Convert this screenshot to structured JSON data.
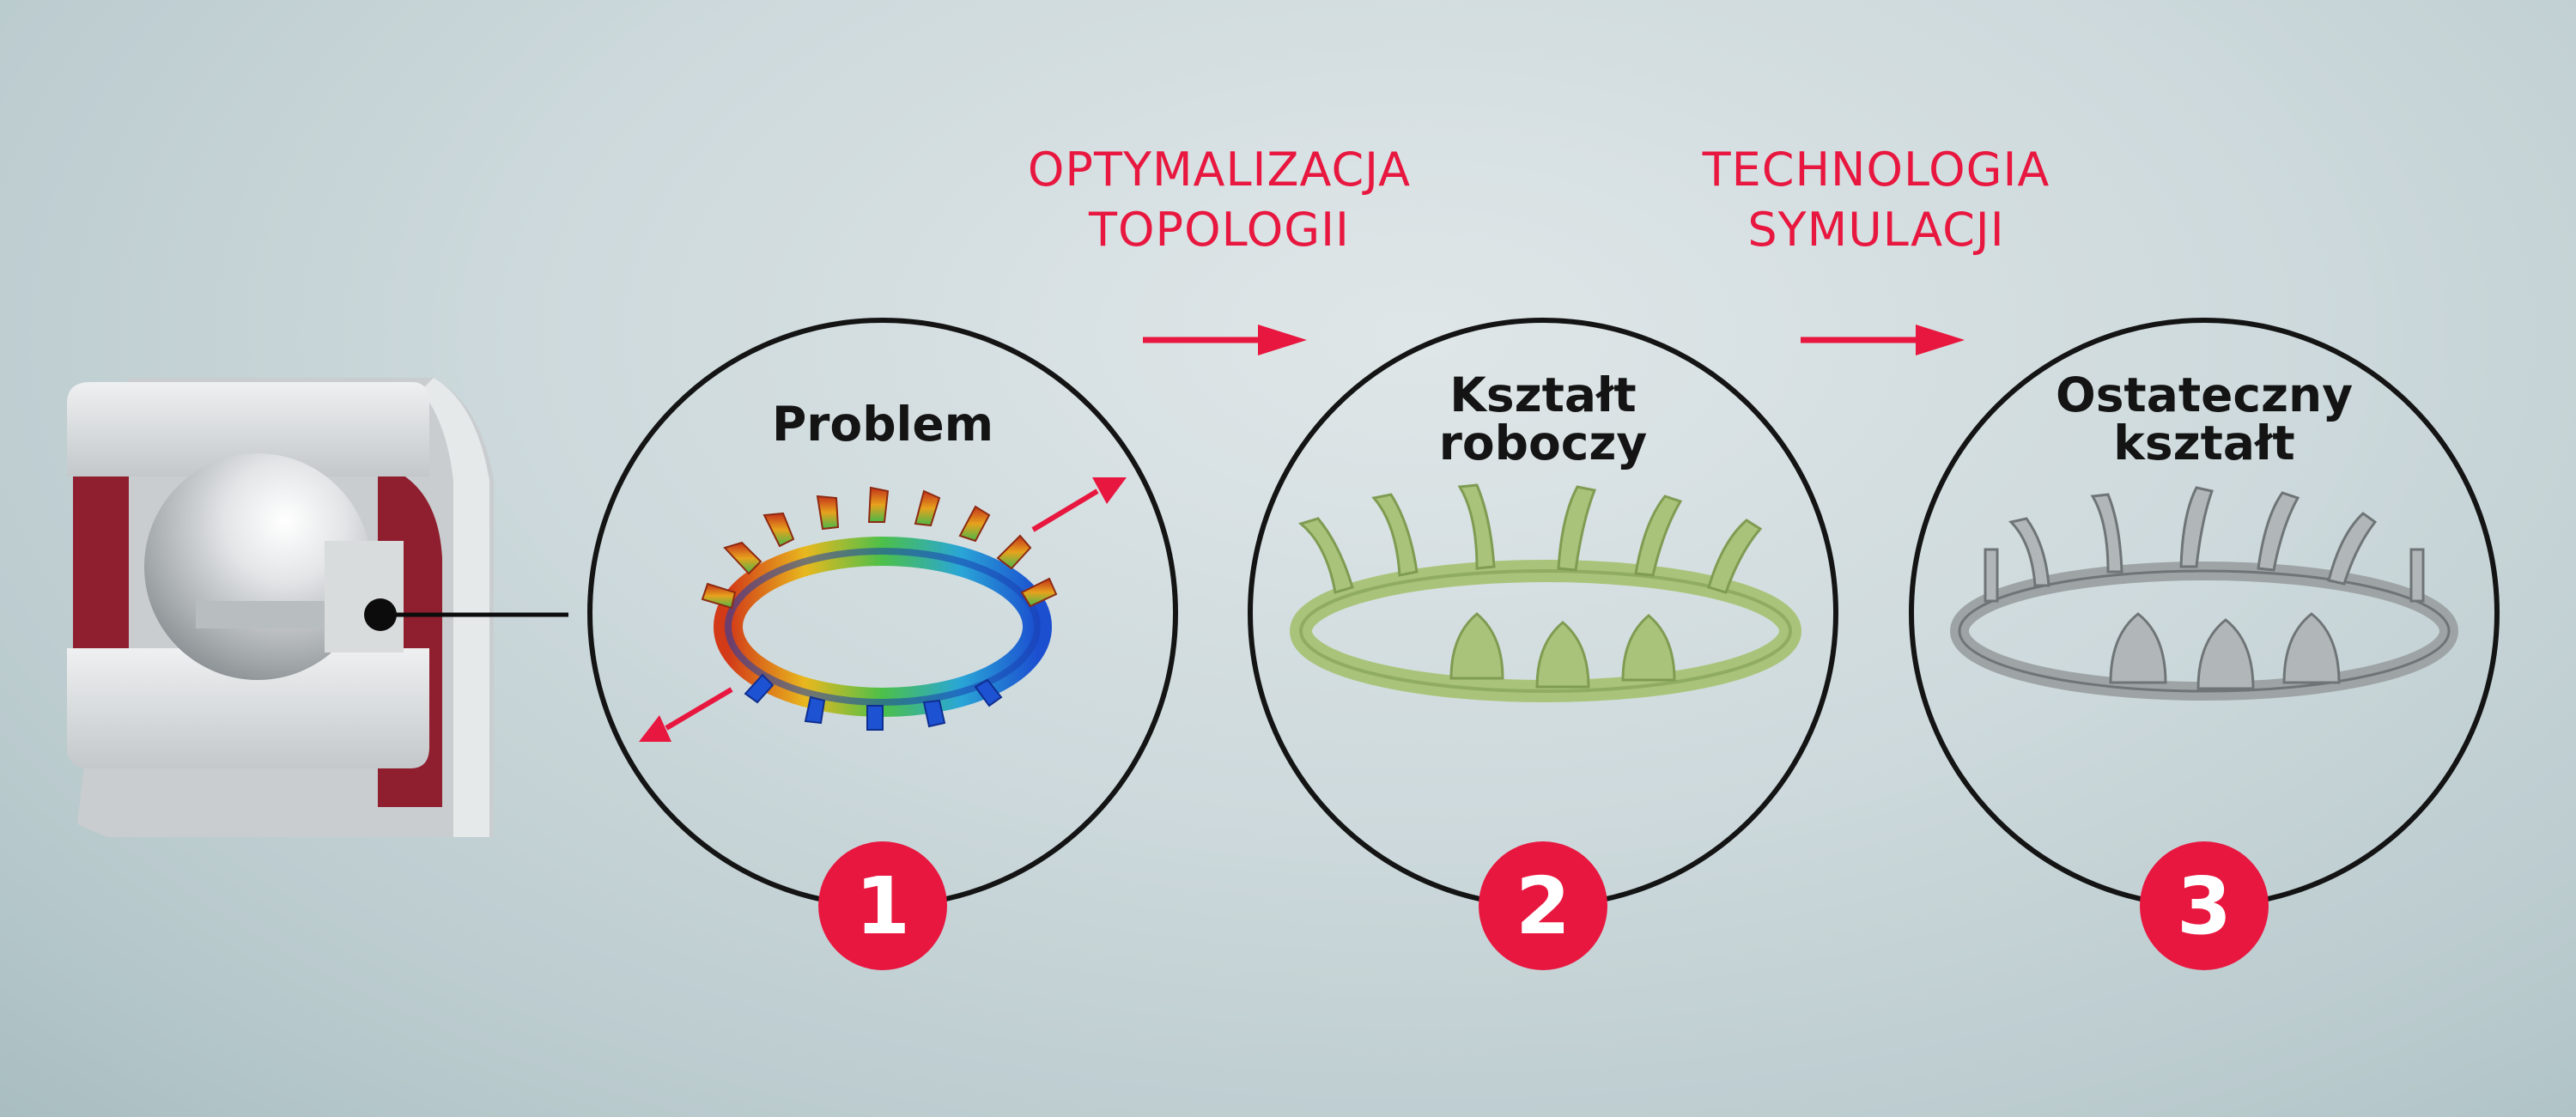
{
  "arrows": [
    {
      "line1": "OPTYMALIZACJA",
      "line2": "TOPOLOGII"
    },
    {
      "line1": "TECHNOLOGIA",
      "line2": "SYMULACJI"
    }
  ],
  "steps": [
    {
      "number": "1",
      "line1": "Problem",
      "line2": ""
    },
    {
      "number": "2",
      "line1": "Kształt",
      "line2": "roboczy"
    },
    {
      "number": "3",
      "line1": "Ostateczny",
      "line2": "kształt"
    }
  ],
  "colors": {
    "accent": "#e8173f",
    "circle_outline": "#141414",
    "working_shape": "#a9c47a",
    "final_shape": "#8e9597",
    "bearing_seal": "#8f1f2f"
  }
}
